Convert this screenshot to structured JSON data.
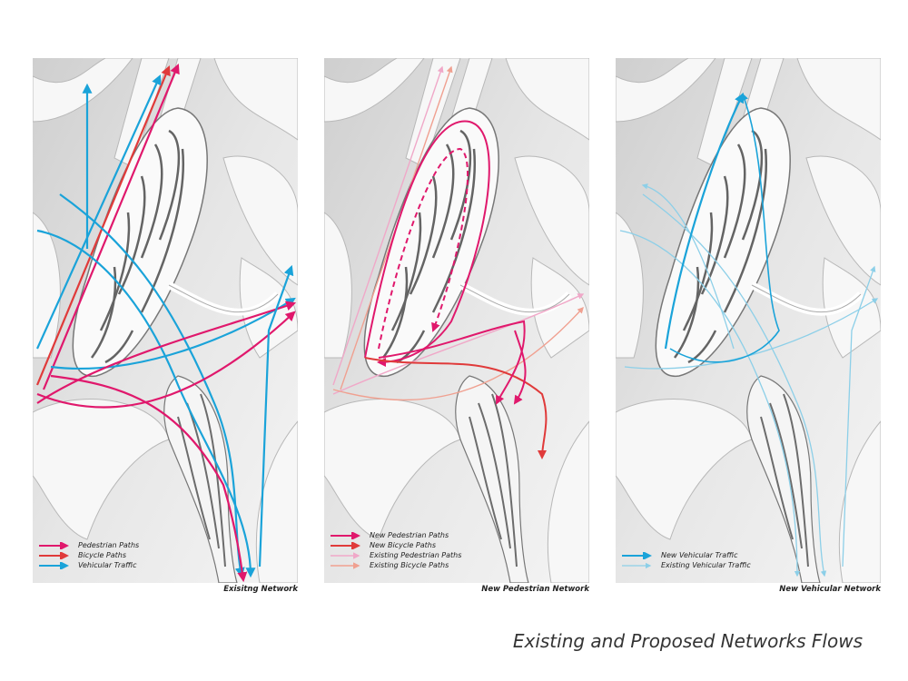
{
  "panels": [
    {
      "caption": "Exisitng Network",
      "legend": [
        {
          "label": "Pedestrian Paths",
          "color": "#e0186c"
        },
        {
          "label": "Bicycle Paths",
          "color": "#e03a3a"
        },
        {
          "label": "Vehicular Traffic",
          "color": "#1aa3d9"
        }
      ]
    },
    {
      "caption": "New Pedestrian Network",
      "legend": [
        {
          "label": "New Pedestrian Paths",
          "color": "#e0186c"
        },
        {
          "label": "New Bicycle Paths",
          "color": "#e03a3a"
        },
        {
          "label": "Existing Pedestrian Paths",
          "color": "#f0a8c8"
        },
        {
          "label": "Existing Bicycle Paths",
          "color": "#f0a090"
        }
      ]
    },
    {
      "caption": "New Vehicular Network",
      "legend": [
        {
          "label": "New Vehicular Traffic",
          "color": "#1aa3d9"
        },
        {
          "label": "Existing Vehicular Traffic",
          "color": "#8ccfe8"
        }
      ]
    }
  ],
  "title": "Existing and Proposed Networks Flows"
}
